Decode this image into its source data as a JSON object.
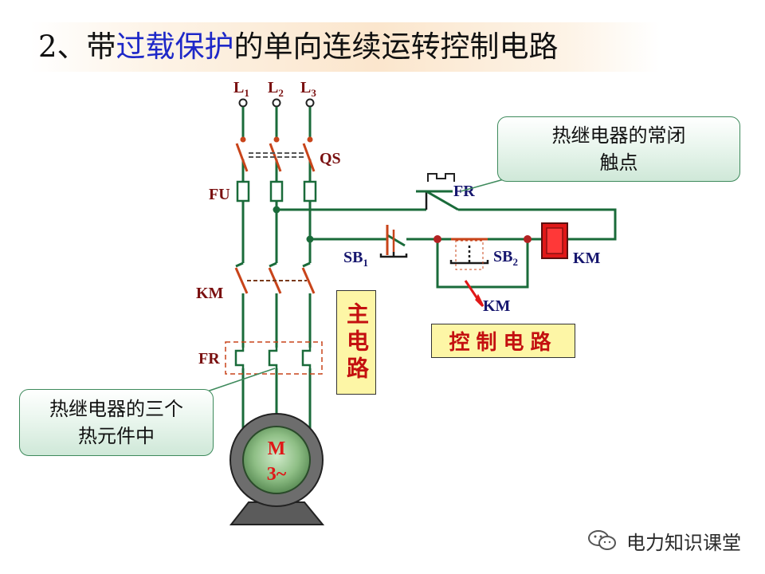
{
  "title": {
    "prefix": "2、带",
    "highlight": "过载保护",
    "suffix": "的单向连续运转控制电路"
  },
  "labels": {
    "L1": "L",
    "L1_sub": "1",
    "L2": "L",
    "L2_sub": "2",
    "L3": "L",
    "L3_sub": "3",
    "QS": "QS",
    "FU": "FU",
    "KM_main": "KM",
    "FR_main": "FR",
    "FR_ctrl": "FR",
    "SB1": "SB",
    "SB1_sub": "1",
    "SB2": "SB",
    "SB2_sub": "2",
    "KM_coil": "KM",
    "KM_aux": "KM",
    "motor_line1": "M",
    "motor_line2": "3~"
  },
  "callouts": {
    "fr_contact": [
      "热继电器的常闭",
      "触点"
    ],
    "fr_elements": [
      "热继电器的三个",
      "热元件中"
    ]
  },
  "boxes": {
    "main_circuit": "主电路",
    "control_circuit": "控制电路"
  },
  "watermark": "电力知识课堂",
  "colors": {
    "wire": "#1a6b3a",
    "switch": "#c8441a",
    "label": "#7a1010",
    "coil": "#e01818",
    "title_highlight": "#1e28c8"
  }
}
